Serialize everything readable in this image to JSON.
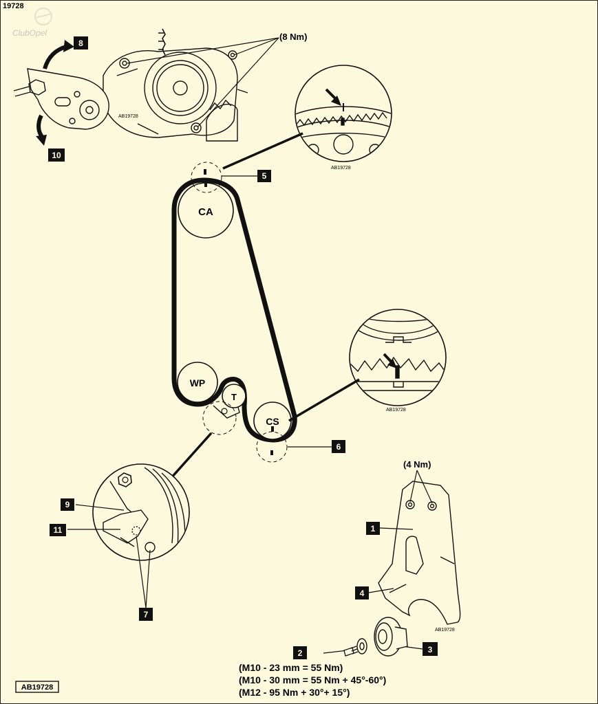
{
  "doc_number": "19728",
  "watermark": "ClubOpel",
  "ref_code": "AB19728",
  "pulleys": {
    "camshaft": "CA",
    "water_pump": "WP",
    "tensioner": "T",
    "crankshaft": "CS"
  },
  "callouts": {
    "c1": "1",
    "c2": "2",
    "c3": "3",
    "c4": "4",
    "c5": "5",
    "c6": "6",
    "c7": "7",
    "c8": "8",
    "c9": "9",
    "c10": "10",
    "c11": "11"
  },
  "torques": {
    "top_bolts": "(8 Nm)",
    "cover_bolts": "(4 Nm)",
    "spec_line1": "(M10 - 23 mm = 55 Nm)",
    "spec_line2": "(M10 - 30 mm = 55 Nm + 45°-60°)",
    "spec_line3": "(M12 - 95 Nm + 30°+ 15°)"
  },
  "colors": {
    "background": "#fdf9dd",
    "ink": "#111111",
    "callout_fill": "#111111",
    "callout_text": "#fdf9dd"
  }
}
